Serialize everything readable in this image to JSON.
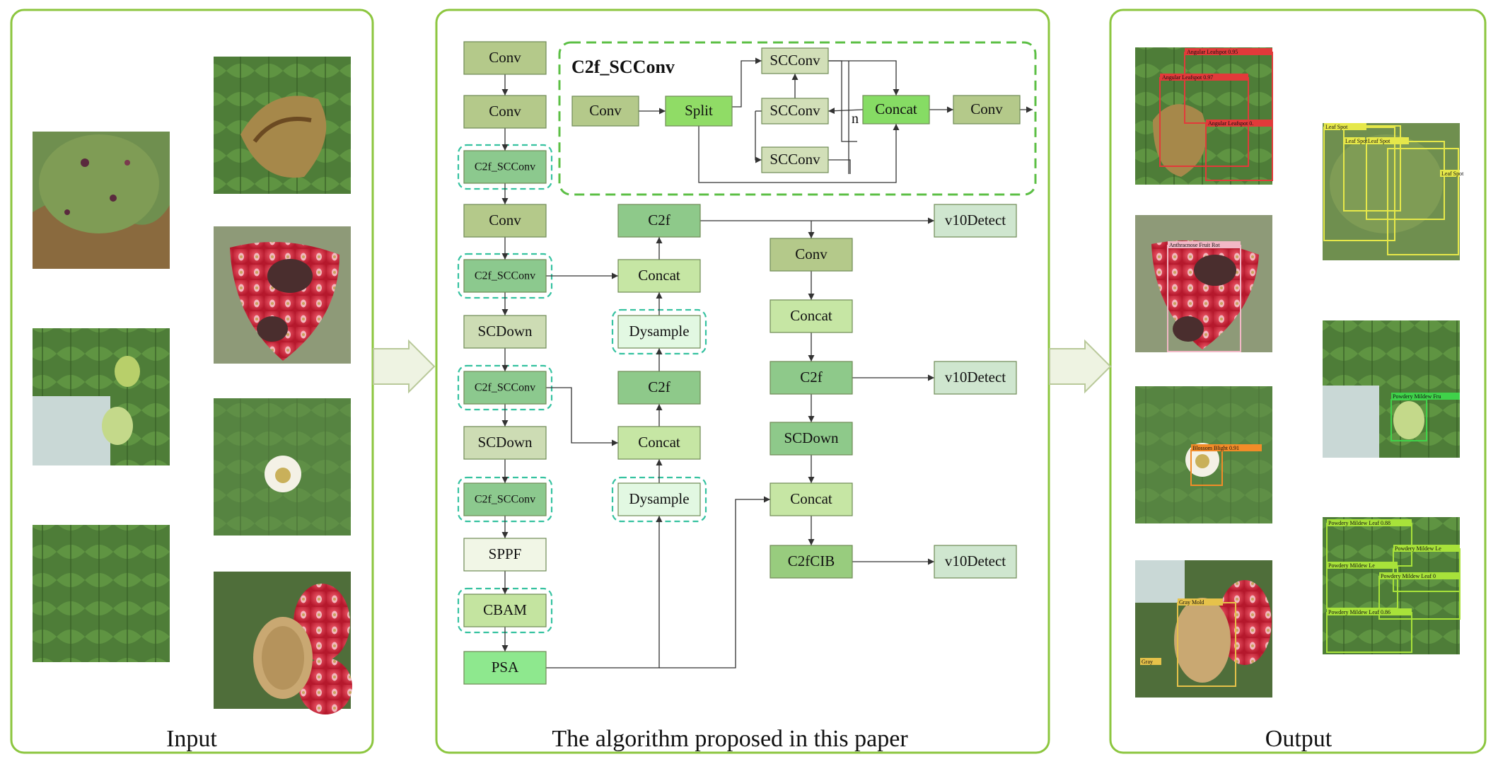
{
  "panels": {
    "input": {
      "label": "Input"
    },
    "algorithm": {
      "label": "The algorithm proposed in this paper"
    },
    "output": {
      "label": "Output"
    }
  },
  "inset": {
    "title": "C2f_SCConv",
    "repeat_label": "n"
  },
  "nodes": {
    "b_conv1": "Conv",
    "b_conv2": "Conv",
    "b_c2f1": "C2f_SCConv",
    "b_conv3": "Conv",
    "b_c2f2": "C2f_SCConv",
    "b_scdown1": "SCDown",
    "b_c2f3": "C2f_SCConv",
    "b_scdown2": "SCDown",
    "b_c2f4": "C2f_SCConv",
    "b_sppf": "SPPF",
    "b_cbam": "CBAM",
    "b_psa": "PSA",
    "n_c2f_top": "C2f",
    "n_concat1": "Concat",
    "n_dysample1": "Dysample",
    "n_c2f_mid": "C2f",
    "n_concat2": "Concat",
    "n_dysample2": "Dysample",
    "h_conv": "Conv",
    "h_concat1": "Concat",
    "h_c2f": "C2f",
    "h_scdown": "SCDown",
    "h_concat2": "Concat",
    "h_c2fcib": "C2fCIB",
    "d_detect1": "v10Detect",
    "d_detect2": "v10Detect",
    "d_detect3": "v10Detect",
    "i_conv_in": "Conv",
    "i_split": "Split",
    "i_scconv1": "SCConv",
    "i_scconv2": "SCConv",
    "i_scconv3": "SCConv",
    "i_concat": "Concat",
    "i_conv_out": "Conv"
  },
  "input_images": [
    {
      "name": "leaf-scorch-photo"
    },
    {
      "name": "leaf-blight-photo"
    },
    {
      "name": "anthracnose-fruit-photo"
    },
    {
      "name": "green-fruit-photo"
    },
    {
      "name": "blossom-photo"
    },
    {
      "name": "healthy-leaf-photo"
    },
    {
      "name": "grey-mold-fruit-photo"
    }
  ],
  "output_images": [
    {
      "name": "detected-angular-leafspot",
      "detections": [
        "Angular Leafspot 0.95",
        "Angular Leafspot 0.97",
        "Angular Leafspot 0."
      ]
    },
    {
      "name": "detected-leaf-spot",
      "detections": [
        "Leaf Spot",
        "Leaf Spot",
        "Leaf Spot",
        "Leaf Spot"
      ]
    },
    {
      "name": "detected-anthracnose-fruit",
      "detections": [
        "Anthracnose Fruit Rot"
      ]
    },
    {
      "name": "detected-powdery-mildew-fruit",
      "detections": [
        "Powdery Mildew Fru"
      ]
    },
    {
      "name": "detected-blossom-blight",
      "detections": [
        "Blossom Blight 0.91"
      ]
    },
    {
      "name": "detected-gray-mold",
      "detections": [
        "Gray Mold",
        "Gray"
      ]
    },
    {
      "name": "detected-powdery-mildew-leaf",
      "detections": [
        "Powdery Mildew Leaf 0.88",
        "Powdery Mildew Le",
        "Powdery Mildew Le",
        "Powdery Mildew Leaf 0",
        "Powdery Mildew Leaf 0.86"
      ]
    }
  ],
  "colors": {
    "panel_border": "#8cc63f",
    "arrow_fill": "#eef3e2",
    "arrow_stroke": "#b9c99a",
    "dashed_green": "#5cbf45",
    "dashed_teal": "#36c2a0",
    "conv": "#b4c98a",
    "c2f_scconv": "#8cc98e",
    "scdown": "#cddcb4",
    "sppf": "#f1f6e6",
    "cbam": "#c4e4a0",
    "psa": "#8ee88e",
    "c2f": "#8ec98a",
    "concat": "#c6e6a4",
    "dysample": "#e2f8e2",
    "detect": "#cfe6cf",
    "split": "#90dc66",
    "scconv": "#d2dfb8",
    "inset_concat": "#86dc64",
    "c2fcib": "#98cc7e"
  }
}
